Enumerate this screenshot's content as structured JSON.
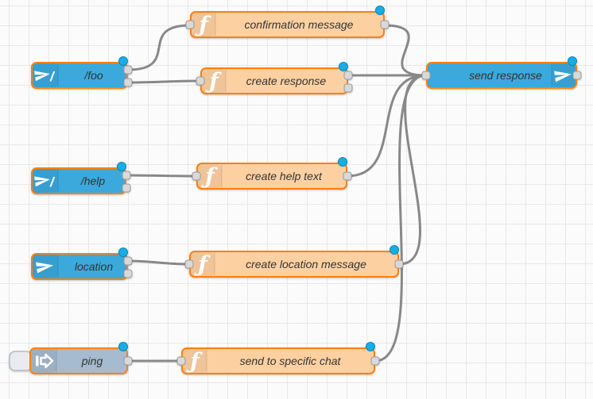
{
  "app": "Node-RED flow editor",
  "canvas": {
    "grid_size": 25,
    "background": "#fbfbfb",
    "grid_line_color": "#e8e8e8"
  },
  "colors": {
    "telegram_node": "#3ba9dc",
    "function_node": "#fdd0a2",
    "inject_node": "#a6bbcf",
    "selected_border": "#ff7f0e",
    "wire": "#888888",
    "changed_indicator": "#18ade5",
    "port_fill": "#d9d9d9",
    "port_border": "#999999",
    "label_color": "#333333"
  },
  "icons": {
    "function_glyph": "ƒ",
    "command_slash": "/"
  },
  "nodes": {
    "foo": {
      "label": "/foo",
      "type": "telegram command receiver",
      "icon": "paper-plane-slash-icon",
      "outputs": 2,
      "changed": true,
      "selected": true
    },
    "confirmation_message": {
      "label": "confirmation message",
      "type": "function",
      "icon": "function-icon",
      "outputs": 1,
      "changed": true,
      "selected": true
    },
    "create_response": {
      "label": "create response",
      "type": "function",
      "icon": "function-icon",
      "outputs": 2,
      "changed": true,
      "selected": true
    },
    "send_response": {
      "label": "send response",
      "type": "telegram sender",
      "icon": "paper-plane-icon",
      "outputs": 1,
      "changed": true,
      "selected": true
    },
    "help": {
      "label": "/help",
      "type": "telegram command receiver",
      "icon": "paper-plane-slash-icon",
      "outputs": 2,
      "changed": true,
      "selected": true
    },
    "create_help_text": {
      "label": "create help text",
      "type": "function",
      "icon": "function-icon",
      "outputs": 1,
      "changed": true,
      "selected": true
    },
    "location": {
      "label": "location",
      "type": "telegram event receiver",
      "icon": "paper-plane-icon",
      "outputs": 2,
      "changed": true,
      "selected": true
    },
    "create_location_message": {
      "label": "create location message",
      "type": "function",
      "icon": "function-icon",
      "outputs": 1,
      "changed": true,
      "selected": true
    },
    "ping": {
      "label": "ping",
      "type": "inject",
      "icon": "inject-arrow-icon",
      "outputs": 1,
      "changed": true,
      "selected": true,
      "has_button": true
    },
    "send_to_specific_chat": {
      "label": "send to specific chat",
      "type": "function",
      "icon": "function-icon",
      "outputs": 1,
      "changed": true,
      "selected": true
    }
  },
  "wires": [
    {
      "from": "/foo (output 1)",
      "to": "confirmation message"
    },
    {
      "from": "/foo (output 2)",
      "to": "create response"
    },
    {
      "from": "confirmation message",
      "to": "send response"
    },
    {
      "from": "create response (output 1)",
      "to": "send response"
    },
    {
      "from": "/help (output 1)",
      "to": "create help text"
    },
    {
      "from": "create help text",
      "to": "send response"
    },
    {
      "from": "location (output 1)",
      "to": "create location message"
    },
    {
      "from": "create location message",
      "to": "send response"
    },
    {
      "from": "ping",
      "to": "send to specific chat"
    },
    {
      "from": "send to specific chat",
      "to": "send response"
    }
  ]
}
